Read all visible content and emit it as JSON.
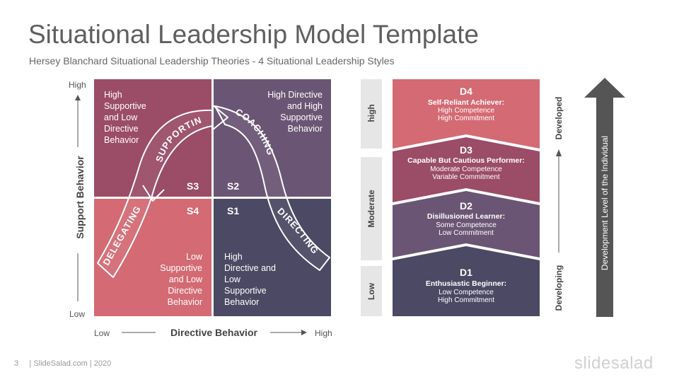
{
  "title": "Situational Leadership Model Template",
  "subtitle": "Hersey Blanchard Situational Leadership Theories - 4 Situational Leadership Styles",
  "matrix": {
    "y_high": "High",
    "y_low": "Low",
    "y_title": "Support Behavior",
    "x_low": "Low",
    "x_high": "High",
    "x_title": "Directive Behavior",
    "quadrants": {
      "s3_text": [
        "High",
        "Supportive",
        "and Low",
        "Directive",
        "Behavior"
      ],
      "s2_text": [
        "High Directive",
        "and High",
        "Supportive",
        "Behavior"
      ],
      "s4_text": [
        "Low",
        "Supportive",
        "and Low",
        "Directive",
        "Behavior"
      ],
      "s1_text": [
        "High",
        "Directive and",
        "Low",
        "Supportive",
        "Behavior"
      ]
    },
    "s_labels": {
      "s3": "S3",
      "s2": "S2",
      "s4": "S4",
      "s1": "S1"
    },
    "curve_labels": {
      "supporting": "SUPPORTING",
      "coaching": "COACHING",
      "delegating": "DELEGATING",
      "directing": "DIRECTING"
    }
  },
  "levels": {
    "high": "high",
    "moderate": "Moderate",
    "low": "Low",
    "d4": {
      "code": "D4",
      "name": "Self-Reliant Achiever:",
      "line1": "High Competence",
      "line2": "High Commitment"
    },
    "d3": {
      "code": "D3",
      "name": "Capable But Cautious Performer:",
      "line1": "Moderate Competence",
      "line2": "Variable Commitment"
    },
    "d2": {
      "code": "D2",
      "name": "Disillusioned Learner:",
      "line1": "Some Competence",
      "line2": "Low Commitment"
    },
    "d1": {
      "code": "D1",
      "name": "Enthusiastic Beginner:",
      "line1": "Low Competence",
      "line2": "High Commitment"
    },
    "developed": "Developed",
    "developing": "Developing",
    "arrow_label": "Development Level of the Individual"
  },
  "footer": {
    "page": "3",
    "text": "| SlideSalad.com | 2020"
  },
  "brand": "slidesalad",
  "colors": {
    "s3": "#9b4c66",
    "s2": "#6b5574",
    "s4": "#d46a73",
    "s1": "#4b4963",
    "d4": "#d46a73",
    "d3": "#9b4c66",
    "d2": "#6b5574",
    "d1": "#4b4963",
    "side_box": "#e6e6e6",
    "big_arrow": "#555555"
  }
}
